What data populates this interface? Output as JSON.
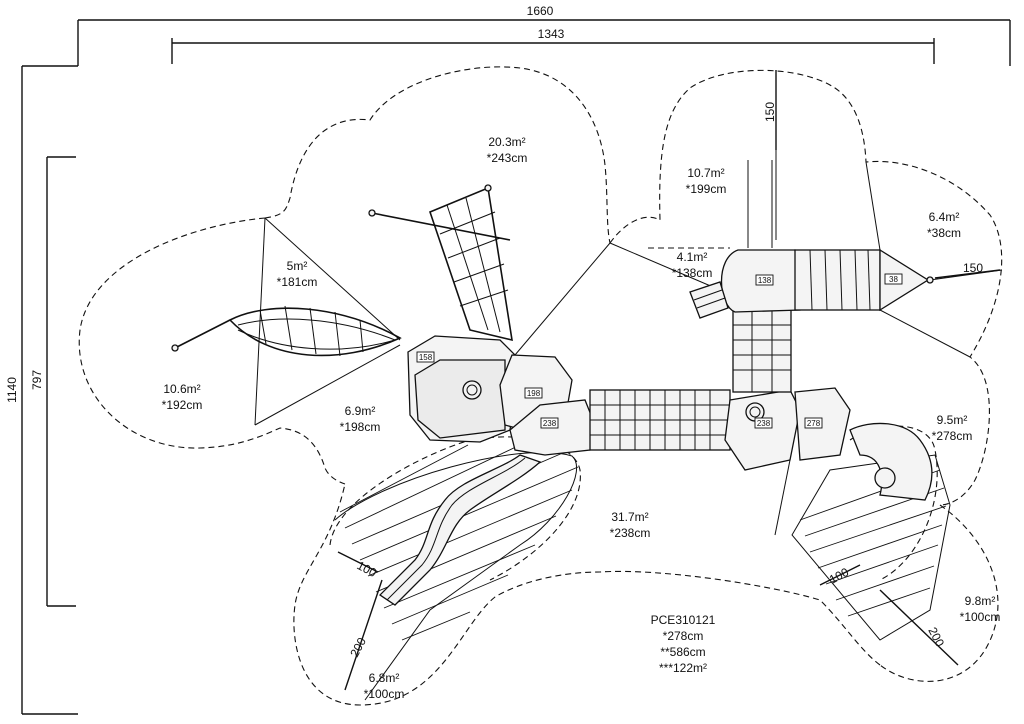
{
  "dimensions": {
    "overall_width": "1660",
    "inner_width": "1343",
    "overall_depth": "1140",
    "inner_depth": "797",
    "height_tag_top": "150",
    "height_tag_right": "150"
  },
  "zones": [
    {
      "id": "top-center",
      "area": "20.3m²",
      "fall": "*243cm"
    },
    {
      "id": "top-right",
      "area": "10.7m²",
      "fall": "*199cm"
    },
    {
      "id": "right-upper",
      "area": "6.4m²",
      "fall": "*38cm"
    },
    {
      "id": "small-center",
      "area": "4.1m²",
      "fall": "*138cm"
    },
    {
      "id": "left-upper",
      "area": "5m²",
      "fall": "*181cm"
    },
    {
      "id": "left",
      "area": "10.6m²",
      "fall": "*192cm"
    },
    {
      "id": "center-left",
      "area": "6.9m²",
      "fall": "*198cm"
    },
    {
      "id": "right",
      "area": "9.5m²",
      "fall": "*278cm"
    },
    {
      "id": "center",
      "area": "31.7m²",
      "fall": "*238cm"
    },
    {
      "id": "slide-right",
      "area": "9.8m²",
      "fall": "*100cm"
    },
    {
      "id": "slide-left",
      "area": "6.8m²",
      "fall": "*100cm"
    }
  ],
  "slide_runouts": {
    "left_width": "100",
    "left_length": "200",
    "right_width": "100",
    "right_length": "200"
  },
  "platform_tags": [
    "158",
    "198",
    "238",
    "138",
    "38",
    "238",
    "278"
  ],
  "product": {
    "code": "PCE310121",
    "line1": "*278cm",
    "line2": "**586cm",
    "line3": "***122m²"
  }
}
